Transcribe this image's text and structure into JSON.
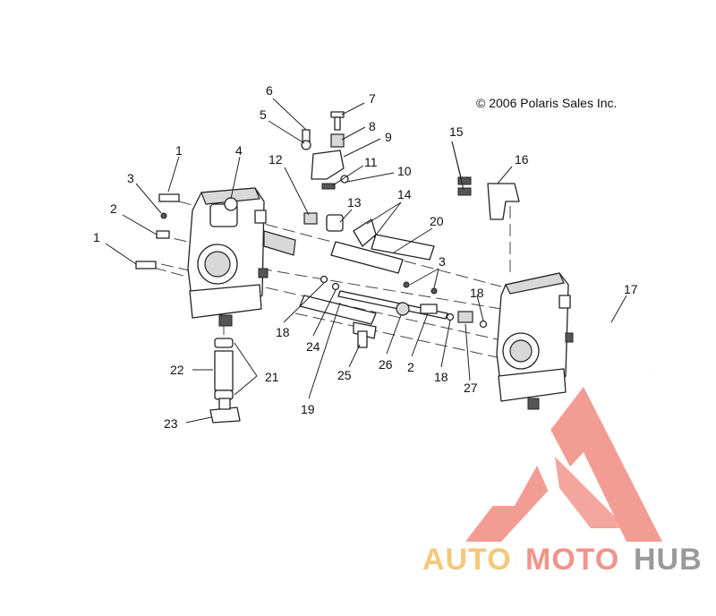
{
  "copyright": "© 2006 Polaris Sales Inc.",
  "watermark": {
    "part_a": "AUTO",
    "part_b": "MOTO",
    "part_c": "HUB",
    "colors": {
      "triangle": "#f28b82",
      "auto": "#f4c77a",
      "moto": "#f1948a",
      "hub": "#9a9a9a"
    }
  },
  "callouts": [
    "1",
    "2",
    "3",
    "4",
    "5",
    "6",
    "7",
    "8",
    "9",
    "10",
    "11",
    "12",
    "13",
    "14",
    "15",
    "16",
    "17",
    "18",
    "19",
    "20",
    "21",
    "22",
    "23",
    "24",
    "25",
    "26",
    "27"
  ],
  "labels": {
    "c1a": "1",
    "c1b": "1",
    "c2a": "2",
    "c2b": "2",
    "c3a": "3",
    "c3b": "3",
    "c4": "4",
    "c5": "5",
    "c6": "6",
    "c7": "7",
    "c8": "8",
    "c9": "9",
    "c10": "10",
    "c11": "11",
    "c12": "12",
    "c13": "13",
    "c14": "14",
    "c15": "15",
    "c16": "16",
    "c17": "17",
    "c18a": "18",
    "c18b": "18",
    "c18c": "18",
    "c19": "19",
    "c20": "20",
    "c21": "21",
    "c22": "22",
    "c23": "23",
    "c24": "24",
    "c25": "25",
    "c26": "26",
    "c27": "27"
  }
}
